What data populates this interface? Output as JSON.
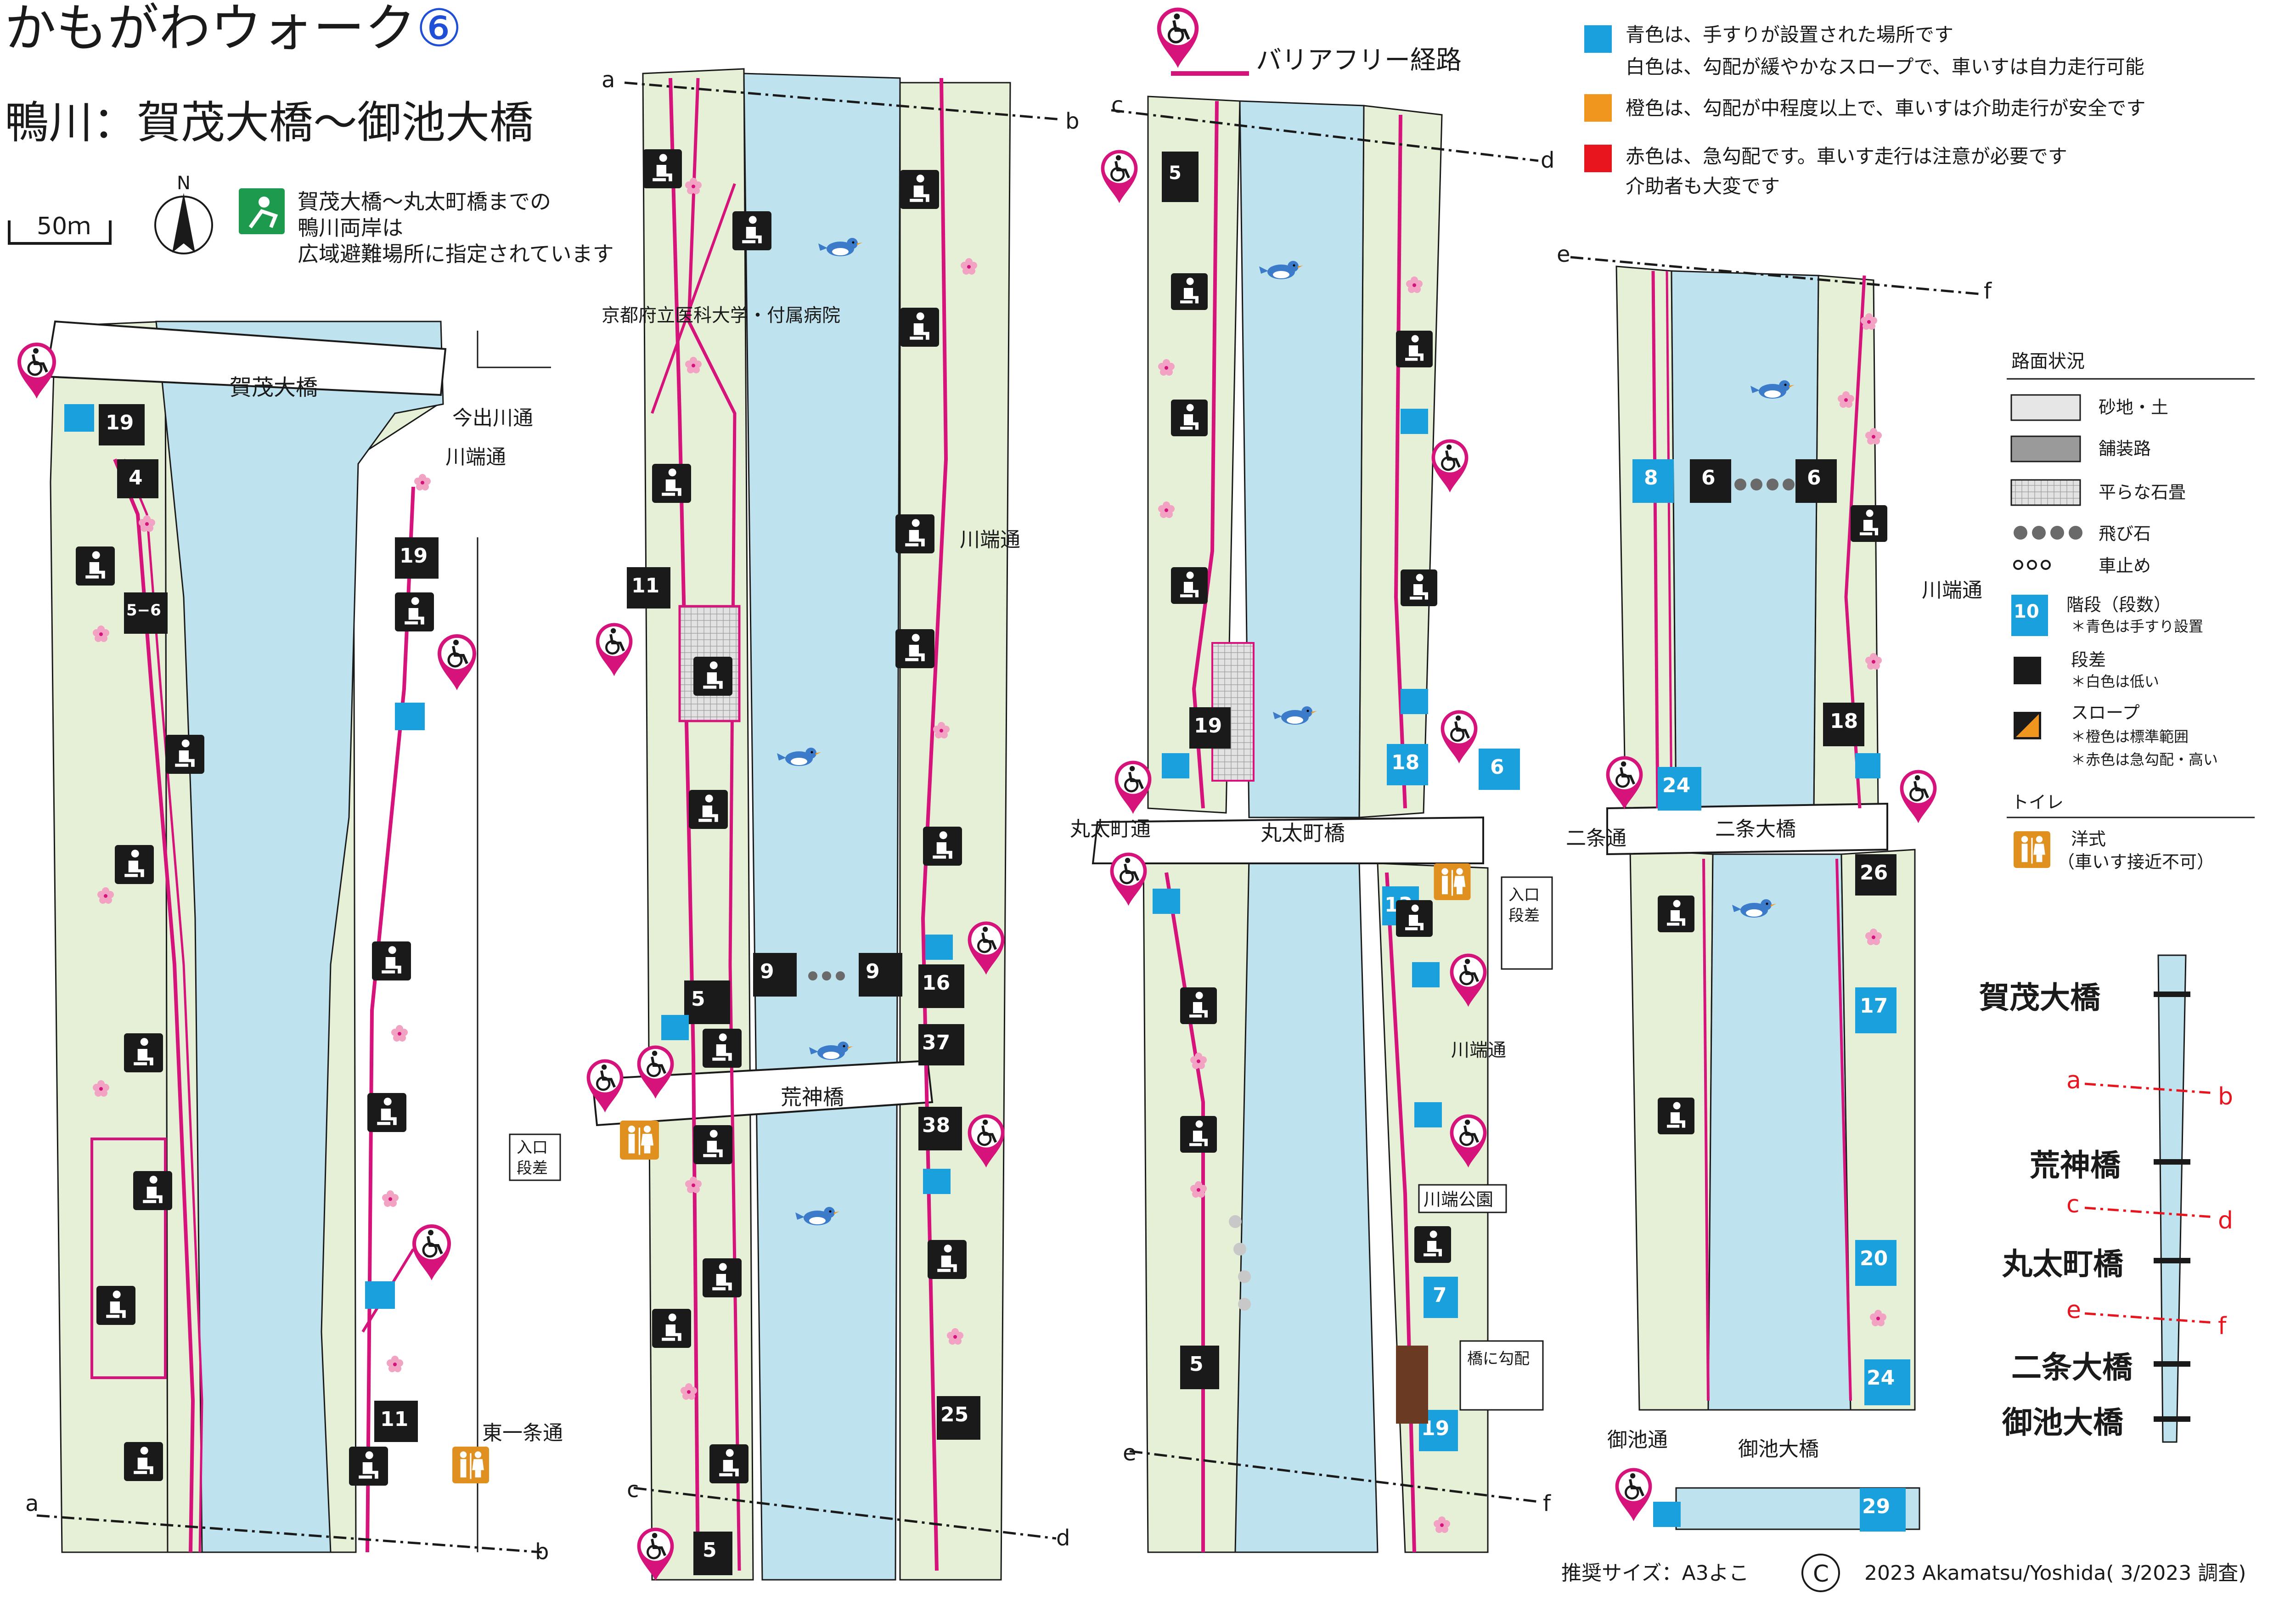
{
  "title": {
    "main_prefix": "かもがわウォーク",
    "main_number": "⑥",
    "sub": "鴨川：賀茂大橋〜御池大橋"
  },
  "scale": {
    "label": "50ｍ",
    "north": "N"
  },
  "evacuation_note": [
    "賀茂大橋〜丸太町橋までの",
    "鴨川両岸は",
    "広域避難場所に指定されています"
  ],
  "route_legend": {
    "label": "バリアフリー経路"
  },
  "slope_legend": [
    {
      "color": "#1aa0dc",
      "lines": [
        "青色は、手すりが設置された場所です",
        "白色は、勾配が緩やかなスロープで、車いすは自力走行可能"
      ]
    },
    {
      "color": "#f0961e",
      "lines": [
        "橙色は、勾配が中程度以上で、車いすは介助走行が安全です"
      ]
    },
    {
      "color": "#e8141e",
      "lines": [
        "赤色は、急勾配です。車いす走行は注意が必要です",
        "介助者も大変です"
      ]
    }
  ],
  "legend": {
    "heading": "路面状況",
    "items": [
      {
        "label": "砂地・土",
        "kind": "sand"
      },
      {
        "label": "舗装路",
        "kind": "paved"
      },
      {
        "label": "平らな石畳",
        "kind": "stone"
      },
      {
        "label": "飛び石",
        "kind": "steps"
      },
      {
        "label": "車止め",
        "kind": "bollard"
      },
      {
        "label": "階段（段数）",
        "sub": "＊青色は手すり設置",
        "kind": "stairs",
        "num": "10"
      },
      {
        "label": "段差",
        "sub": "＊白色は低い",
        "kind": "step"
      },
      {
        "label": "スロープ",
        "sub": "＊橙色は標準範囲",
        "sub2": "＊赤色は急勾配・高い",
        "kind": "slope"
      }
    ],
    "toilet_heading": "トイレ",
    "toilet_label": "洋式",
    "toilet_sub": "（車いす接近不可）"
  },
  "bridges": [
    "賀茂大橋",
    "荒神橋",
    "丸太町橋",
    "二条大橋",
    "御池大橋"
  ],
  "streets": [
    "今出川通",
    "川端通",
    "東一条通",
    "丸太町通",
    "二条通",
    "御池通"
  ],
  "places": {
    "hospital": "京都府立医科大学・付属病院",
    "park": "川端公園",
    "entrance_step": [
      "入口",
      "段差"
    ],
    "bridge_slope": "橋に勾配"
  },
  "section_labels": [
    "a",
    "b",
    "c",
    "d",
    "e",
    "f"
  ],
  "stairs_counts": [
    "19",
    "4",
    "19",
    "5−6",
    "11",
    "11",
    "9",
    "9",
    "5",
    "16",
    "37",
    "38",
    "25",
    "5",
    "5",
    "19",
    "18",
    "6",
    "13",
    "7",
    "5",
    "19",
    "8",
    "6",
    "6",
    "18",
    "24",
    "26",
    "17",
    "20",
    "24",
    "29"
  ],
  "footer": {
    "size": "推奨サイズ：A3よこ",
    "copyright_symbol": "C",
    "copyright": "2023 Akamatsu/Yoshida( 3/2023 調査)"
  },
  "colors": {
    "river": "#bfe3ee",
    "bank": "#e6f0d6",
    "route": "#d6127b",
    "stair_blue": "#1aa0dc",
    "toilet": "#e0901e",
    "dark": "#1a1a1a"
  }
}
